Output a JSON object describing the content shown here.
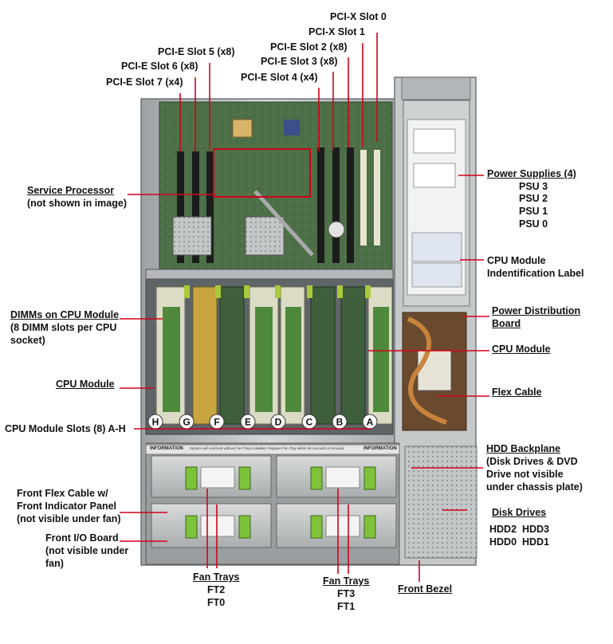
{
  "labels": {
    "pcix0": "PCI-X Slot 0",
    "pcix1": "PCI-X Slot 1",
    "pcie2": "PCI-E Slot 2 (x8)",
    "pcie3": "PCI-E Slot 3 (x8)",
    "pcie4": "PCI-E Slot 4 (x4)",
    "pcie5": "PCI-E Slot 5 (x8)",
    "pcie6": "PCI-E Slot 6 (x8)",
    "pcie7": "PCI-E Slot 7 (x4)",
    "service_processor": "Service Processor",
    "service_processor_note": "(not shown in image)",
    "power_supplies": "Power Supplies (4)",
    "psu3": "PSU 3",
    "psu2": "PSU 2",
    "psu1": "PSU 1",
    "psu0": "PSU 0",
    "cpu_id_label_1": "CPU Module",
    "cpu_id_label_2": "Indentification Label",
    "pdb_1": "Power Distribution",
    "pdb_2": "Board",
    "dimms_title": "DIMMs on CPU Module",
    "dimms_note_1": "(8 DIMM slots per CPU",
    "dimms_note_2": "socket)",
    "cpu_module_right": "CPU Module",
    "cpu_module_left": "CPU Module",
    "flex_cable": "Flex Cable",
    "cpu_slots": "CPU Module Slots (8) A-H",
    "hdd_backplane": "HDD Backplane",
    "hdd_backplane_note_1": "(Disk Drives & DVD",
    "hdd_backplane_note_2": "Drive not visible",
    "hdd_backplane_note_3": "under chassis plate)",
    "front_flex_1": "Front Flex Cable w/",
    "front_flex_2": "Front Indicator Panel",
    "front_flex_3": "(not visible under fan)",
    "disk_drives": "Disk Drives",
    "hdd_row1": "HDD2  HDD3",
    "hdd_row2": "HDD0  HDD1",
    "front_io_1": "Front I/O Board",
    "front_io_2": "(not visible under",
    "front_io_3": "fan)",
    "fan_trays_left": "Fan Trays",
    "ft2": "FT2",
    "ft0": "FT0",
    "fan_trays_right": "Fan Trays",
    "ft3": "FT3",
    "ft1": "FT1",
    "front_bezel": "Front Bezel",
    "info_left": "INFORMATION",
    "info_right": "INFORMATION",
    "info_center": "System will overheat without Fan Trays installed. Replace Fan Tray within 60 seconds of removal."
  },
  "slot_letters": [
    "H",
    "G",
    "F",
    "E",
    "D",
    "C",
    "B",
    "A"
  ],
  "colors": {
    "leader": "#d0021b",
    "highlight_box": "#d0021b",
    "pcb": "#4a6b45",
    "chassis": "#b9bcbd",
    "dimm_green": "#4f8a3c",
    "fan_latch": "#7ec23a"
  }
}
